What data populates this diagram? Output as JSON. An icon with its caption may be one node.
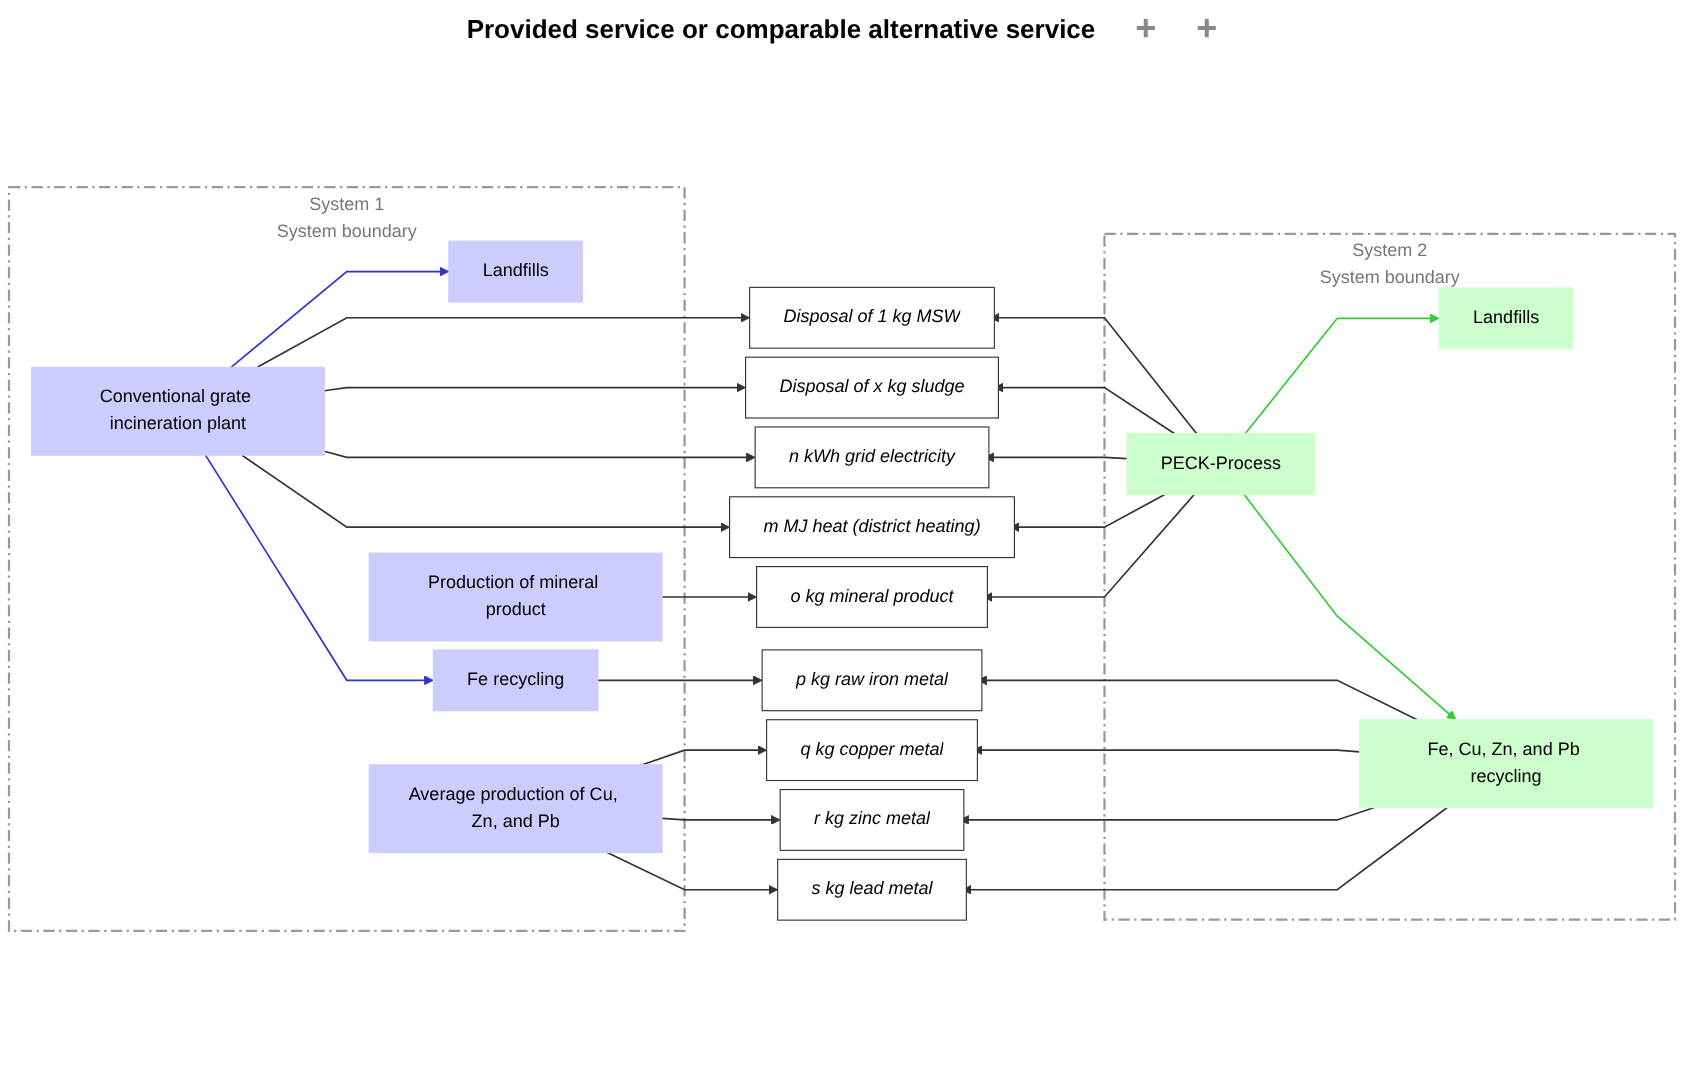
{
  "diagram": {
    "nodes": [
      {
        "text": [
          "System 1",
          "System boundary"
        ]
      },
      {
        "text": [
          "Conventional grate incineration plant"
        ],
        "in": 0
      },
      {
        "text": [
          "Landfills"
        ],
        "in": 0
      },
      {
        "text": [
          "Fe recycling"
        ],
        "in": 0
      },
      {
        "text": [
          "Production of mineral product"
        ],
        "in": 0
      },
      {
        "text": [
          "Average production of Cu, Zn, and Pb"
        ],
        "in": 0
      },
      {
        "text": [
          "Disposal of 1 kg MSW"
        ]
      },
      {
        "text": [
          "Disposal of x kg sludge"
        ]
      },
      {
        "text": [
          "n kWh grid electricity"
        ]
      },
      {
        "text": [
          "m MJ heat (district heating)"
        ]
      },
      {
        "text": [
          "o kg mineral product"
        ]
      },
      {
        "text": [
          "p kg raw iron metal"
        ]
      },
      {
        "text": [
          "q kg copper metal"
        ]
      },
      {
        "text": [
          "r kg zinc metal"
        ]
      },
      {
        "text": [
          "s kg lead metal"
        ]
      },
      {
        "text": [
          "System 2",
          "System boundary"
        ]
      },
      {
        "text": [
          "PECK-Process"
        ],
        "in": 15
      },
      {
        "text": [
          "Landfills"
        ],
        "in": 15
      },
      {
        "text": [
          "Fe, Cu, Zn, and Pb recycling"
        ],
        "in": 15
      }
    ],
    "edges": [
      {
        "from": 1,
        "to": 3,
        "arrow": "to",
        "color": "#3333cc"
      },
      {
        "from": 1,
        "to": 2,
        "arrow": "to",
        "color": "#3333cc"
      },
      {
        "from": 1,
        "to": 6,
        "arrow": "to"
      },
      {
        "from": 1,
        "to": 7,
        "arrow": "to"
      },
      {
        "from": 1,
        "to": 8,
        "arrow": "to"
      },
      {
        "from": 1,
        "to": 9,
        "arrow": "to"
      },
      {
        "from": 3,
        "to": 11,
        "arrow": "to"
      },
      {
        "from": 4,
        "to": 10,
        "arrow": "to"
      },
      {
        "from": 5,
        "to": 12,
        "arrow": "to"
      },
      {
        "from": 5,
        "to": 13,
        "arrow": "to"
      },
      {
        "from": 5,
        "to": 14,
        "arrow": "to"
      },
      {
        "from": 16,
        "to": 6,
        "arrow": "to"
      },
      {
        "from": 16,
        "to": 7,
        "arrow": "to"
      },
      {
        "from": 16,
        "to": 8,
        "arrow": "to"
      },
      {
        "from": 16,
        "to": 9,
        "arrow": "to"
      },
      {
        "from": 16,
        "to": 10,
        "arrow": "to"
      },
      {
        "from": 16,
        "to": 17,
        "arrow": "to",
        "color": "#33cc33"
      },
      {
        "from": 16,
        "to": 18,
        "arrow": "to",
        "color": "#33cc33"
      },
      {
        "from": 18,
        "to": 11,
        "arrow": "to"
      },
      {
        "from": 18,
        "to": 12,
        "arrow": "to"
      },
      {
        "from": 18,
        "to": 13,
        "arrow": "to"
      },
      {
        "from": 18,
        "to": 14,
        "arrow": "to"
      }
    ],
    "labels": [
      "Provided service or comparable alternative service",
      "+",
      "+"
    ]
  }
}
